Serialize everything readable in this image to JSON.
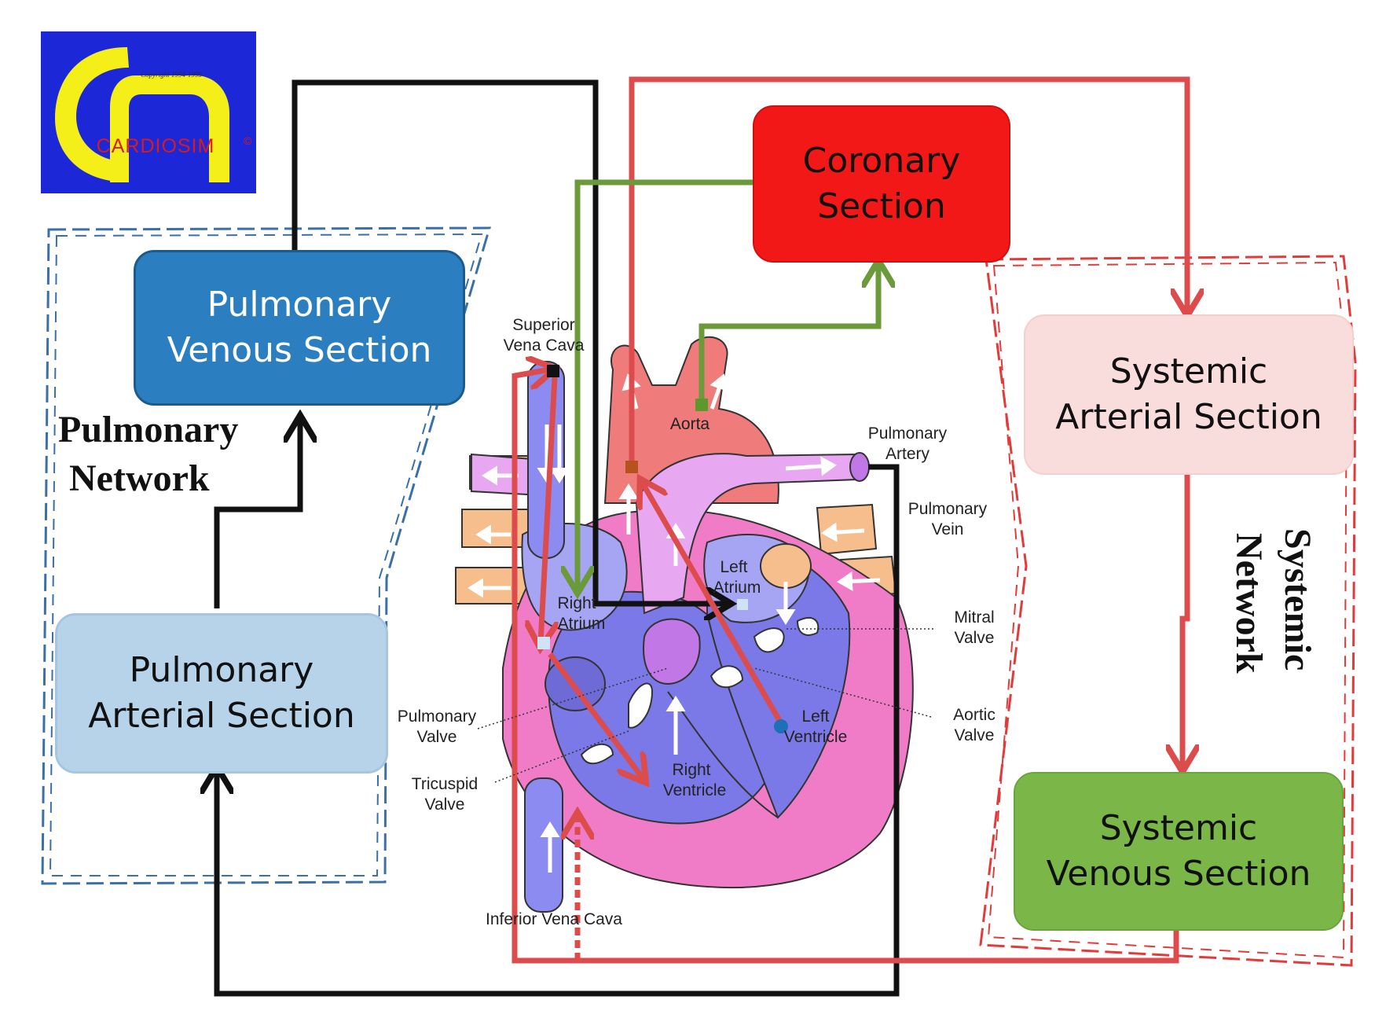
{
  "logo": {
    "copyright": "Copyright 1994-1999",
    "wordmark": "CARDIOSIM",
    "registered": "©",
    "colors": {
      "background": "#1c28d8",
      "letters": "#f5ef19",
      "wordmark": "#d81b1b"
    }
  },
  "sections": {
    "pulmonary_venous": {
      "line1": "Pulmonary",
      "line2": "Venous Section",
      "color": "#2b7fc1"
    },
    "pulmonary_arterial": {
      "line1": "Pulmonary",
      "line2": "Arterial Section",
      "color": "#b6d3ea"
    },
    "coronary": {
      "line1": "Coronary",
      "line2": "Section",
      "color": "#f21818"
    },
    "systemic_arterial": {
      "line1": "Systemic",
      "line2": "Arterial Section",
      "color": "#f9dcdc"
    },
    "systemic_venous": {
      "line1": "Systemic",
      "line2": "Venous Section",
      "color": "#7ab648"
    }
  },
  "networks": {
    "pulmonary": {
      "line1": "Pulmonary",
      "line2": "Network",
      "border_color": "#3b6fa8"
    },
    "systemic": {
      "line1": "Systemic",
      "line2": "Network",
      "border_color": "#e23b3b"
    }
  },
  "anatomy": {
    "superior_vena_cava": [
      "Superior",
      "Vena Cava"
    ],
    "aorta": "Aorta",
    "pulmonary_artery": [
      "Pulmonary",
      "Artery"
    ],
    "pulmonary_vein": [
      "Pulmonary",
      "Vein"
    ],
    "right_atrium": [
      "Right",
      "Atrium"
    ],
    "left_atrium": [
      "Left",
      "Atrium"
    ],
    "mitral_valve": [
      "Mitral",
      "Valve"
    ],
    "pulmonary_valve": [
      "Pulmonary",
      "Valve"
    ],
    "aortic_valve": [
      "Aortic",
      "Valve"
    ],
    "left_ventricle": [
      "Left",
      "Ventricle"
    ],
    "tricuspid_valve": [
      "Tricuspid",
      "Valve"
    ],
    "right_ventricle": [
      "Right",
      "Ventricle"
    ],
    "inferior_vena_cava": "Inferior Vena Cava"
  },
  "flow_colors": {
    "pulmonary_circuit": "#111111",
    "systemic_circuit": "#dc4c4c",
    "coronary_circuit": "#6a9a3a"
  }
}
